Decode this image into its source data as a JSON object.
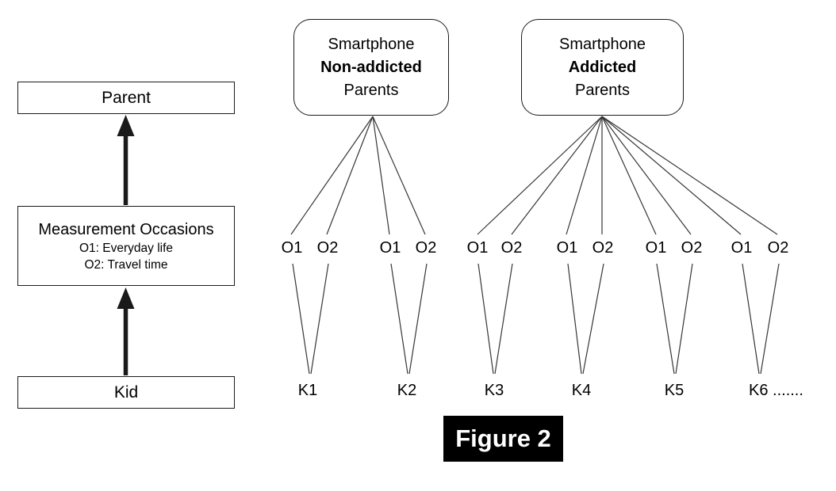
{
  "caption": "Figure 2",
  "hierarchy": {
    "parent_label": "Parent",
    "measurement": {
      "title": "Measurement Occasions",
      "o1_desc": "O1: Everyday life",
      "o2_desc": "O2: Travel time"
    },
    "kid_label": "Kid"
  },
  "groups": [
    {
      "line1": "Smartphone",
      "line2": "Non-addicted",
      "line3": "Parents"
    },
    {
      "line1": "Smartphone",
      "line2": "Addicted",
      "line3": "Parents"
    }
  ],
  "occasions": [
    "O1",
    "O2",
    "O1",
    "O2",
    "O1",
    "O2",
    "O1",
    "O2",
    "O1",
    "O2",
    "O1",
    "O2"
  ],
  "kids": [
    "K1",
    "K2",
    "K3",
    "K4",
    "K5",
    "K6 ......."
  ],
  "colors": {
    "text": "#000000",
    "line": "#363636",
    "border": "#1a1a1a",
    "caption_bg": "#000000",
    "caption_text": "#ffffff"
  }
}
